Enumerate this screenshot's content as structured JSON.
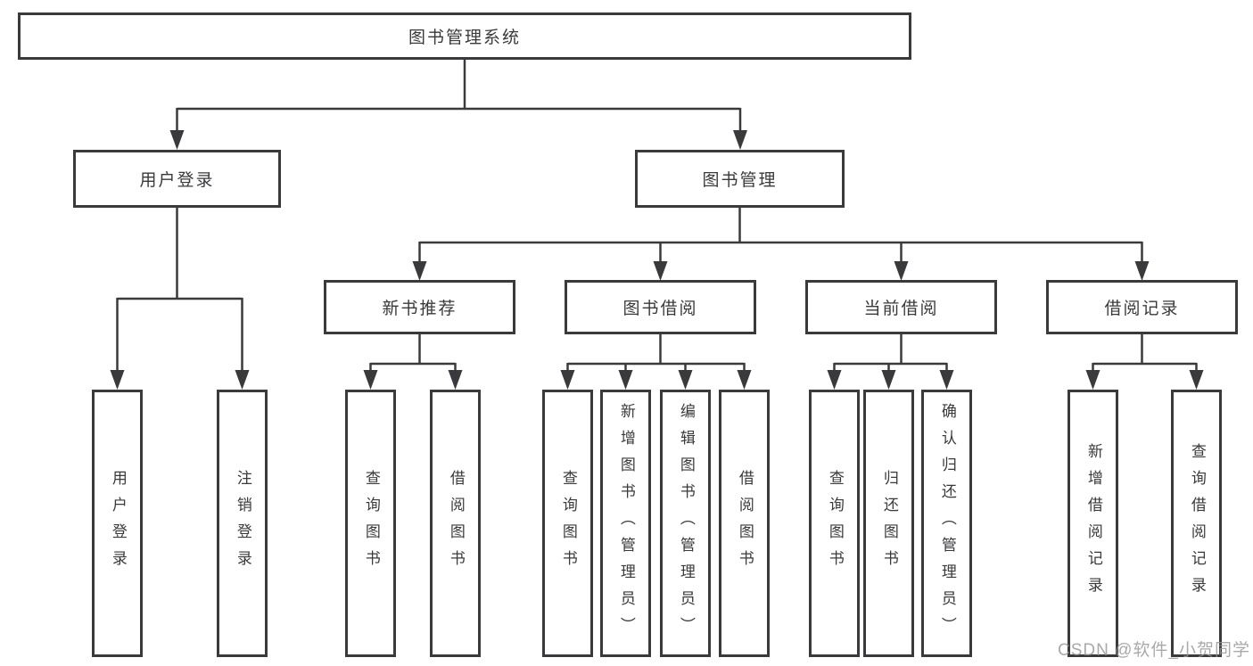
{
  "colors": {
    "line": "#3a3a3c",
    "border": "#3a3a3c",
    "text": "#3a3a3c",
    "background": "#ffffff",
    "watermark": "#969696"
  },
  "watermark": {
    "text": "CSDN @软件_小贺同学"
  },
  "tree": {
    "root": {
      "label": "图书管理系统"
    },
    "level2": {
      "user_login": {
        "label": "用户登录"
      },
      "book_management": {
        "label": "图书管理"
      }
    },
    "level3": {
      "new_book_rec": {
        "label": "新书推荐",
        "parent": "图书管理"
      },
      "book_borrow": {
        "label": "图书借阅",
        "parent": "图书管理"
      },
      "current_borrow": {
        "label": "当前借阅",
        "parent": "图书管理"
      },
      "borrow_records": {
        "label": "借阅记录",
        "parent": "图书管理"
      }
    },
    "leaves": {
      "user_login_leaf": {
        "label": "用户登录",
        "parent": "用户登录"
      },
      "logout": {
        "label": "注销登录",
        "parent": "用户登录"
      },
      "query_books_rec": {
        "label": "查询图书",
        "parent": "新书推荐"
      },
      "borrow_books_rec": {
        "label": "借阅图书",
        "parent": "新书推荐"
      },
      "query_books_borrow": {
        "label": "查询图书",
        "parent": "图书借阅"
      },
      "add_book": {
        "label": "新增图书（管理员）",
        "parent": "图书借阅"
      },
      "edit_book": {
        "label": "编辑图书（管理员）",
        "parent": "图书借阅"
      },
      "borrow_books": {
        "label": "借阅图书",
        "parent": "图书借阅"
      },
      "query_books_current": {
        "label": "查询图书",
        "parent": "当前借阅"
      },
      "return_book": {
        "label": "归还图书",
        "parent": "当前借阅"
      },
      "confirm_return": {
        "label": "确认归还（管理员）",
        "parent": "当前借阅"
      },
      "add_borrow_record": {
        "label": "新增借阅记录",
        "parent": "借阅记录"
      },
      "query_borrow_record": {
        "label": "查询借阅记录",
        "parent": "借阅记录"
      }
    }
  }
}
